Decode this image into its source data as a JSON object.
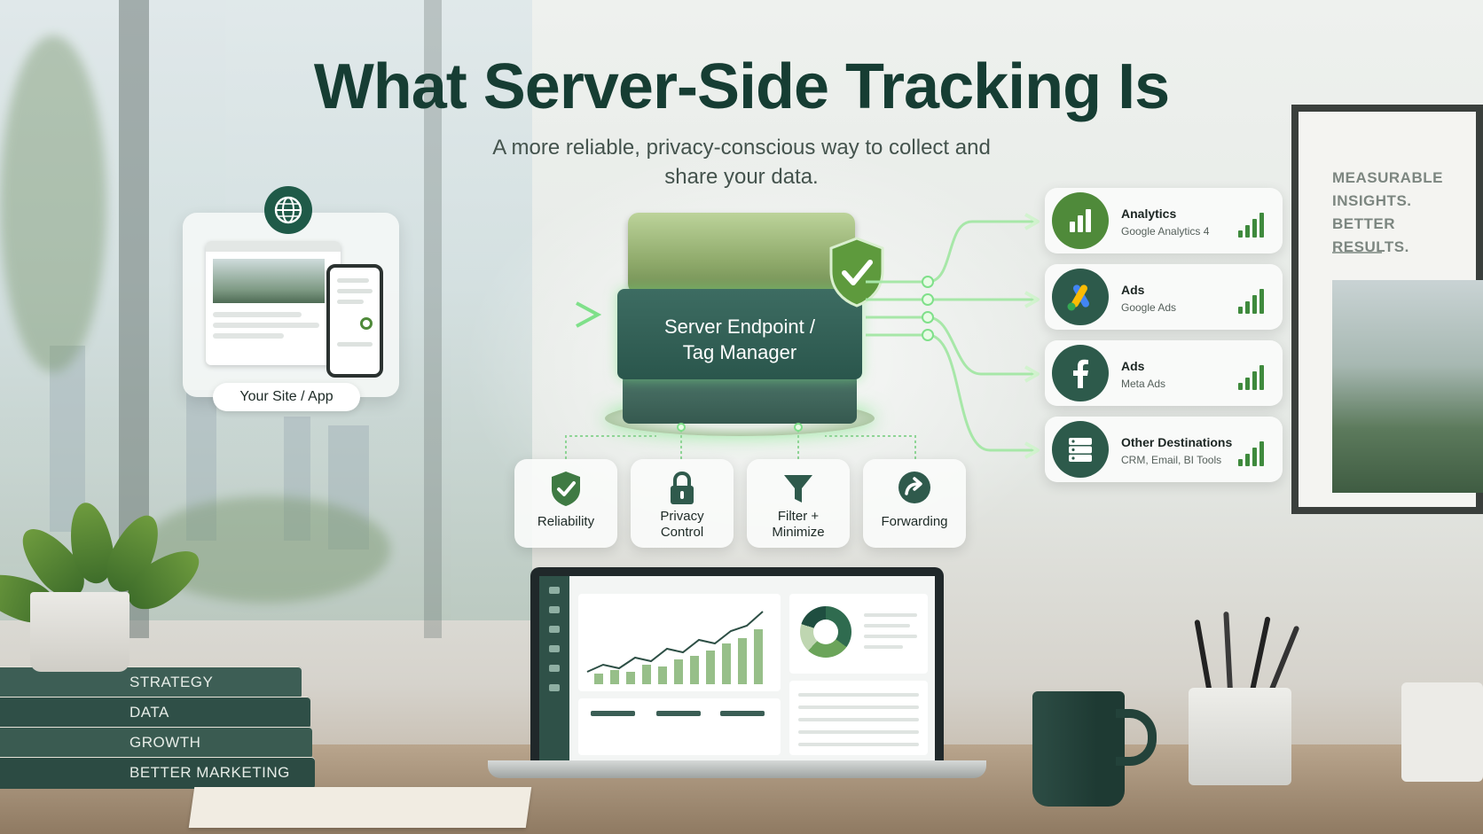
{
  "title": "What Server-Side Tracking Is",
  "subtitle": "A more reliable, privacy-conscious way to collect and share your data.",
  "source": {
    "label": "Your Site / App",
    "icon": "globe-icon"
  },
  "server": {
    "label_line1": "Server Endpoint /",
    "label_line2": "Tag Manager",
    "icon": "shield-check-icon"
  },
  "destinations": [
    {
      "title": "Analytics",
      "subtitle": "Google Analytics 4",
      "icon": "bar-chart-icon",
      "color": "#4f8a3a"
    },
    {
      "title": "Ads",
      "subtitle": "Google Ads",
      "icon": "google-ads-icon",
      "color": "#2d5a4b"
    },
    {
      "title": "Ads",
      "subtitle": "Meta Ads",
      "icon": "facebook-icon",
      "color": "#2d5a4b"
    },
    {
      "title": "Other Destinations",
      "subtitle": "CRM, Email, BI Tools",
      "icon": "database-icon",
      "color": "#2d5a4b"
    }
  ],
  "features": [
    {
      "label_line1": "Reliability",
      "label_line2": "",
      "icon": "shield-check-icon"
    },
    {
      "label_line1": "Privacy",
      "label_line2": "Control",
      "icon": "lock-icon"
    },
    {
      "label_line1": "Filter +",
      "label_line2": "Minimize",
      "icon": "filter-icon"
    },
    {
      "label_line1": "Forwarding",
      "label_line2": "",
      "icon": "forward-arrow-icon"
    }
  ],
  "poster": {
    "line1": "MEASURABLE",
    "line2": "INSIGHTS.",
    "line3": "BETTER RESULTS."
  },
  "books": [
    "STRATEGY",
    "DATA",
    "GROWTH",
    "BETTER MARKETING"
  ],
  "colors": {
    "brand_dark": "#163d33",
    "accent_green": "#4f8a3a",
    "glow": "#7fe08a"
  }
}
